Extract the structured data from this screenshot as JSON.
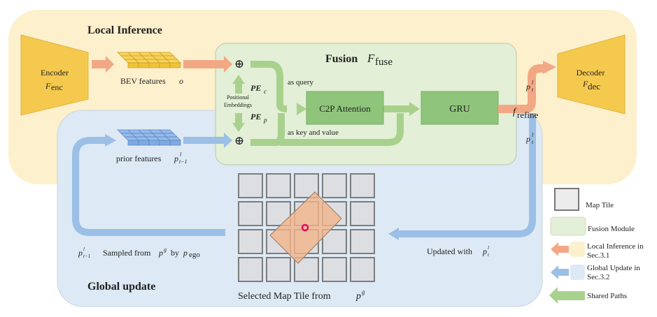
{
  "regions": {
    "local_inference": {
      "title": "Local Inference",
      "color": "#fdf0cc"
    },
    "global_update": {
      "title": "Global update",
      "color": "#dde9f4"
    },
    "fusion": {
      "title": "Fusion",
      "symbol": "F",
      "subscript": "fuse",
      "color": "#e3efd6"
    }
  },
  "encoder": {
    "label": "Encoder",
    "symbol": "F",
    "subscript": "enc"
  },
  "decoder": {
    "label": "Decoder",
    "symbol": "F",
    "subscript": "dec"
  },
  "bev_features": {
    "label": "BEV features",
    "var": "o"
  },
  "prior_features": {
    "label": "prior features",
    "var": "p",
    "sup": "l",
    "sub": "t−1"
  },
  "positional_embeddings": {
    "label_line1": "Positional",
    "label_line2": "Embeddings",
    "pe_c": "PE",
    "pe_c_sub": "c",
    "pe_p": "PE",
    "pe_p_sub": "p"
  },
  "plus_symbol": "⊕",
  "as_query": "as query",
  "as_key_value": "as key and value",
  "c2p_attention": "C2P Attention",
  "gru": "GRU",
  "f_refine": {
    "symbol": "f",
    "sub": "refine"
  },
  "p_t_l": {
    "var": "p",
    "sup": "l",
    "sub": "t"
  },
  "sampled_text": {
    "var": "p",
    "sup": "l",
    "sub": "t−1",
    "mid": "Sampled from",
    "pg": "p",
    "pg_sup": "g",
    "by": "by",
    "pego": "p",
    "pego_sub": "ego"
  },
  "updated_text": {
    "prefix": "Updated with",
    "var": "p",
    "sup": "l",
    "sub": "t"
  },
  "map_tile_caption": {
    "prefix": "Selected Map Tile from",
    "var": "p",
    "sup": "g"
  },
  "map_grid": {
    "rows": 4,
    "cols": 5
  },
  "legend": [
    {
      "label": "Map Tile",
      "kind": "tile"
    },
    {
      "label": "Fusion Module",
      "kind": "fusion"
    },
    {
      "label_line1": "Local Inference in",
      "label_line2": "Sec.3.1",
      "kind": "local"
    },
    {
      "label_line1": "Global Update in",
      "label_line2": "Sec.3.2",
      "kind": "global"
    },
    {
      "label": "Shared Paths",
      "kind": "shared"
    }
  ],
  "colors": {
    "orange_arrow": "#f2a884",
    "blue_arrow": "#9bbfe6",
    "green_arrow": "#a9d18e",
    "encoder_fill": "#f5c94e",
    "box_green": "#8fc57a",
    "tile_fill": "#dcdee2",
    "tile_stroke": "#7d7d7d",
    "ego_rect": "#f3b48a",
    "ego_point": "#e0115f"
  }
}
